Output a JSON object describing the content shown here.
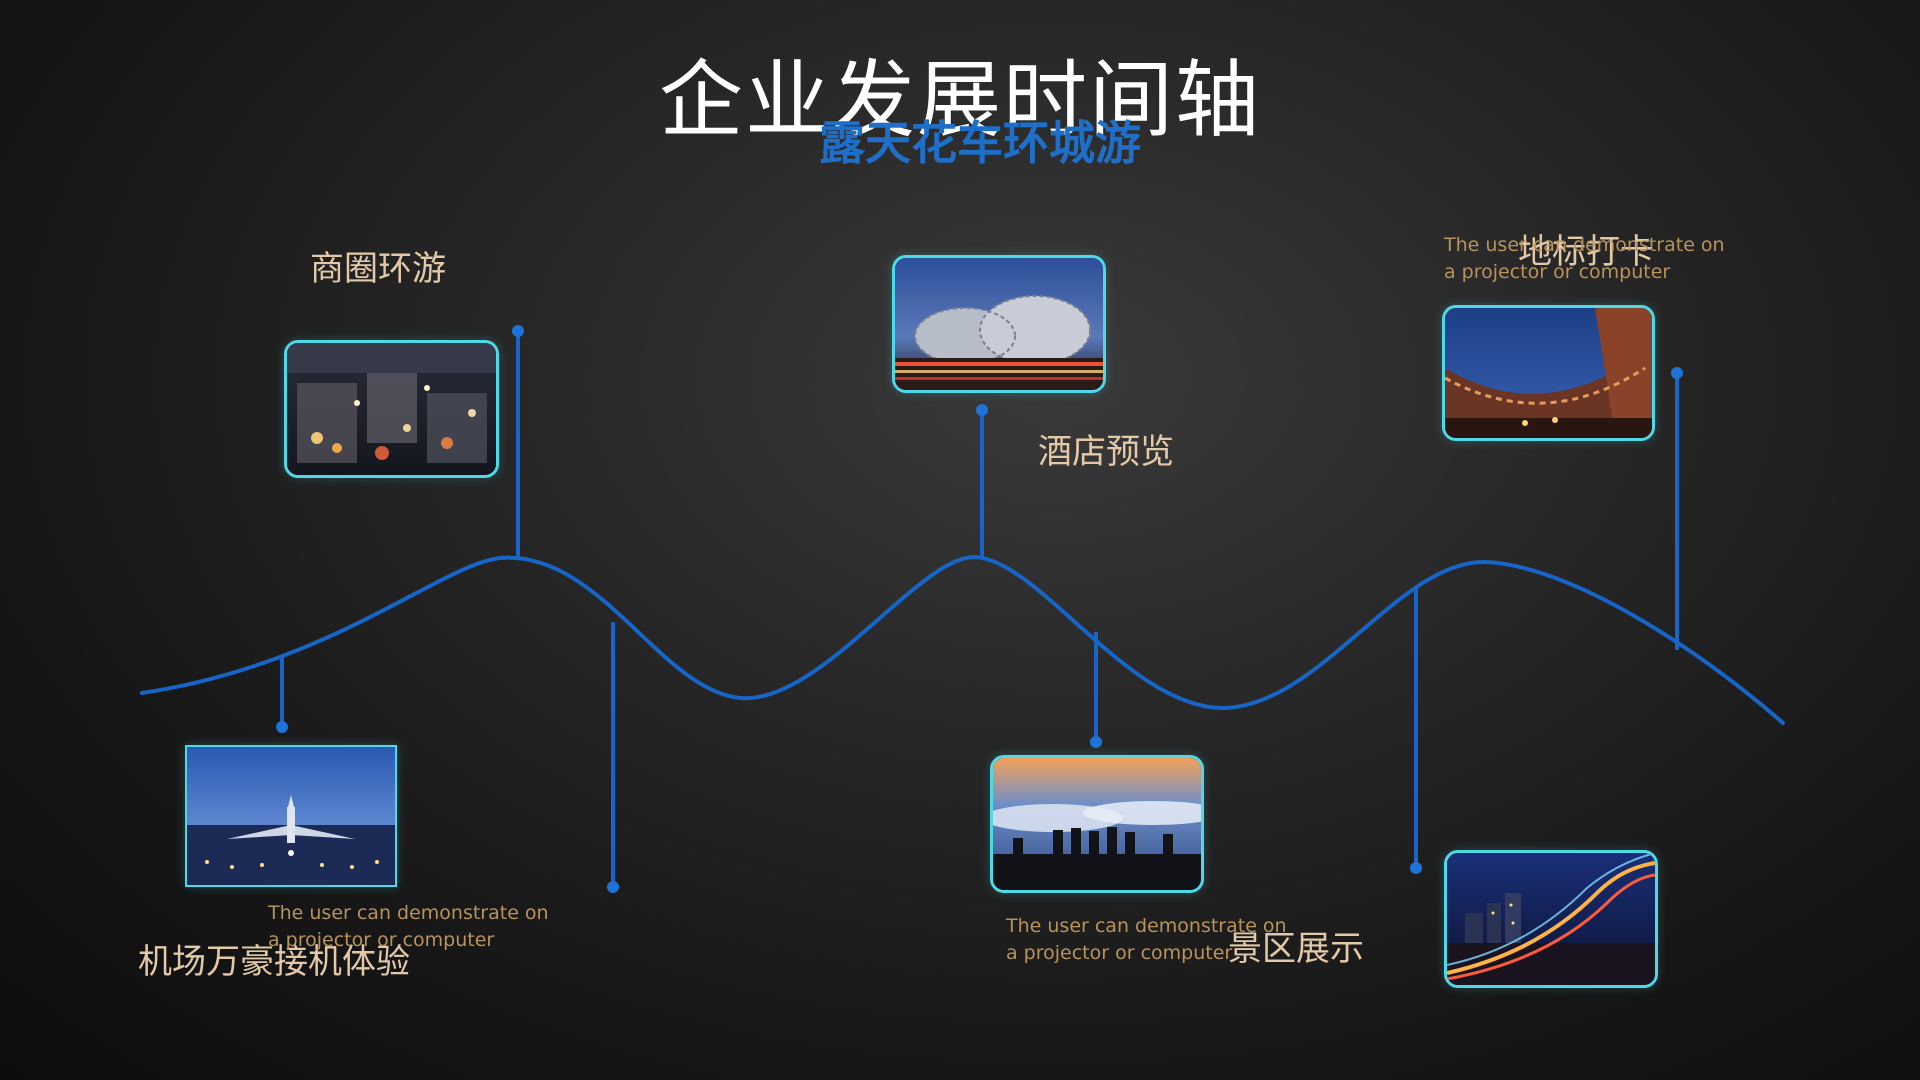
{
  "slide": {
    "title": "企业发展时间轴",
    "subtitle": "露天花车环城游"
  },
  "colors": {
    "timeline": "#1665c7",
    "photo_border": "#4fd8e6",
    "label": "#e3c9a8",
    "desc": "#b8935c",
    "subtitle": "#1f6fc8"
  },
  "milestones": [
    {
      "label": "商圈环游",
      "photo": "city-traffic-night-photo"
    },
    {
      "label": "酒店预览",
      "photo": "curved-building-night-photo"
    },
    {
      "label": "地标打卡",
      "photo": "arched-courtyard-photo",
      "desc_line1": "The user can demonstrate on",
      "desc_line2": "a projector or computer"
    },
    {
      "label": "机场万豪接机体验",
      "photo": "airport-airplane-night-photo",
      "desc_line1": "The user can demonstrate on",
      "desc_line2": "a projector or computer"
    },
    {
      "label": "景区展示",
      "photo": "people-sea-of-clouds-photo",
      "desc_line1": "The user can demonstrate on",
      "desc_line2": "a projector or computer"
    },
    {
      "label": "",
      "photo": "city-light-trails-photo"
    }
  ]
}
